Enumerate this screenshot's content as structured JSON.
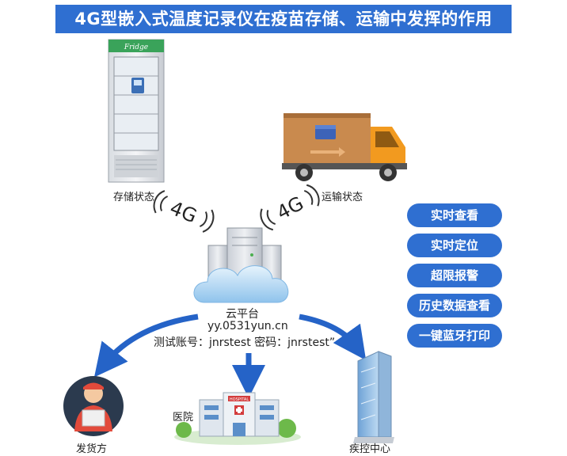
{
  "title": "4G型嵌入式温度记录仪在疫苗存储、运输中发挥的作用",
  "fridge_brand": "Fridge",
  "labels": {
    "storage": "存储状态",
    "transport": "运输状态",
    "cloud": "云平台",
    "url": "yy.0531yun.cn",
    "account": "测试账号：jnrstest   密码：jnrstest”",
    "shipper": "发货方",
    "hospital": "医院",
    "cdc": "疾控中心",
    "hospital_sign": "HOSPITAL"
  },
  "signal_label": "4G",
  "features": [
    "实时查看",
    "实时定位",
    "超限报警",
    "历史数据查看",
    "一键蓝牙打印"
  ],
  "colors": {
    "accent": "#2f6fd1",
    "arrow": "#2563c7",
    "truck_orange": "#f29a1f",
    "cargo_brown": "#c98a4e",
    "cloud": "#9ccaf0",
    "fridge_green": "#3aa35a"
  }
}
